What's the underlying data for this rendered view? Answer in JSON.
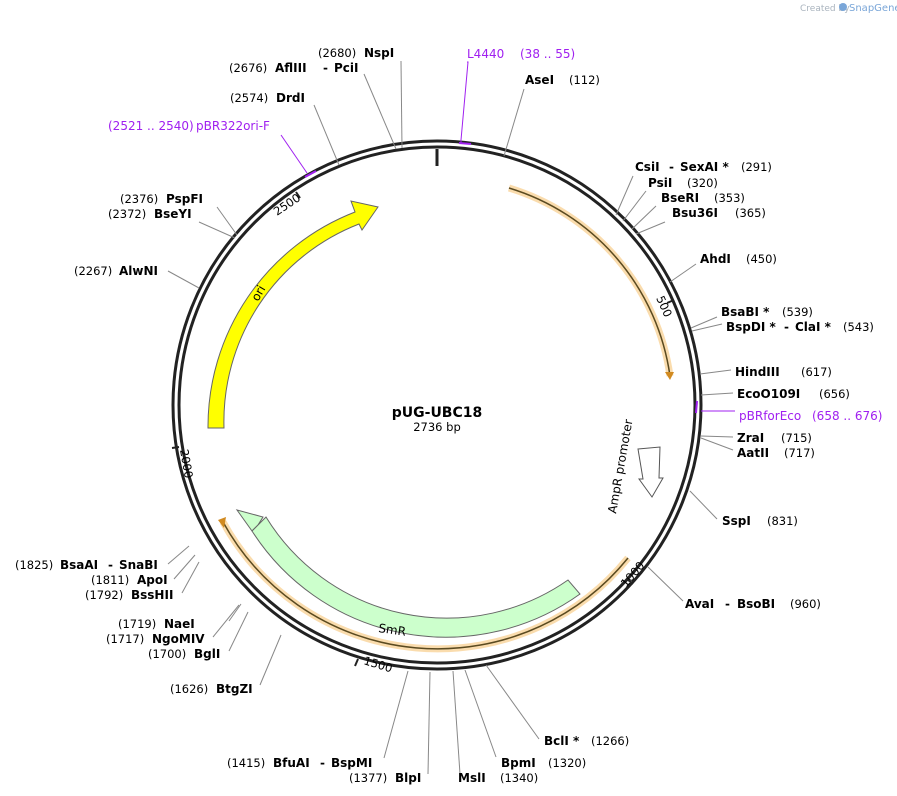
{
  "credit": {
    "prefix": "Created by",
    "brand": "SnapGene"
  },
  "map": {
    "name": "pUG-UBC18",
    "length": "2736 bp"
  },
  "ticks": [
    "500",
    "1000",
    "1500",
    "2000",
    "2500"
  ],
  "features": [
    {
      "id": "ori",
      "label": "ori",
      "color": "#ffff00"
    },
    {
      "id": "smr",
      "label": "SmR",
      "color": "#ccffcc"
    },
    {
      "id": "ampr",
      "label": "AmpR promoter",
      "color": "#ffffff"
    }
  ],
  "primers": [
    {
      "name": "L4440",
      "range": "(38 .. 55)"
    },
    {
      "name": "pBRforEco",
      "range": "(658 .. 676)"
    },
    {
      "name": "pBR322ori-F",
      "range": "(2521 .. 2540)"
    }
  ],
  "sites": [
    {
      "name": "NspI",
      "pos": "(2680)"
    },
    {
      "name": "AflIII",
      "sep": "-",
      "name2": "PciI",
      "pos": "(2676)"
    },
    {
      "name": "AseI",
      "pos": "(112)"
    },
    {
      "name": "DrdI",
      "pos": "(2574)"
    },
    {
      "name": "CsiI",
      "sep": "-",
      "name2": "SexAI *",
      "pos": "(291)"
    },
    {
      "name": "PsiI",
      "pos": "(320)"
    },
    {
      "name": "BseRI",
      "pos": "(353)"
    },
    {
      "name": "Bsu36I",
      "pos": "(365)"
    },
    {
      "name": "PspFI",
      "pos": "(2376)"
    },
    {
      "name": "BseYI",
      "pos": "(2372)"
    },
    {
      "name": "AhdI",
      "pos": "(450)"
    },
    {
      "name": "AlwNI",
      "pos": "(2267)"
    },
    {
      "name": "BsaBI *",
      "pos": "(539)"
    },
    {
      "name": "BspDI *",
      "sep": "-",
      "name2": "ClaI *",
      "pos": "(543)"
    },
    {
      "name": "HindIII",
      "pos": "(617)"
    },
    {
      "name": "EcoO109I",
      "pos": "(656)"
    },
    {
      "name": "ZraI",
      "pos": "(715)"
    },
    {
      "name": "AatII",
      "pos": "(717)"
    },
    {
      "name": "SspI",
      "pos": "(831)"
    },
    {
      "name": "BsaAI",
      "sep": "-",
      "name2": "SnaBI",
      "pos": "(1825)"
    },
    {
      "name": "ApoI",
      "pos": "(1811)"
    },
    {
      "name": "BssHII",
      "pos": "(1792)"
    },
    {
      "name": "AvaI",
      "sep": "-",
      "name2": "BsoBI",
      "pos": "(960)"
    },
    {
      "name": "NaeI",
      "pos": "(1719)"
    },
    {
      "name": "NgoMIV",
      "pos": "(1717)"
    },
    {
      "name": "BglI",
      "pos": "(1700)"
    },
    {
      "name": "BtgZI",
      "pos": "(1626)"
    },
    {
      "name": "BclI *",
      "pos": "(1266)"
    },
    {
      "name": "BpmI",
      "pos": "(1320)"
    },
    {
      "name": "BfuAI",
      "sep": "-",
      "name2": "BspMI",
      "pos": "(1415)"
    },
    {
      "name": "BlpI",
      "pos": "(1377)"
    },
    {
      "name": "MslI",
      "pos": "(1340)"
    }
  ]
}
